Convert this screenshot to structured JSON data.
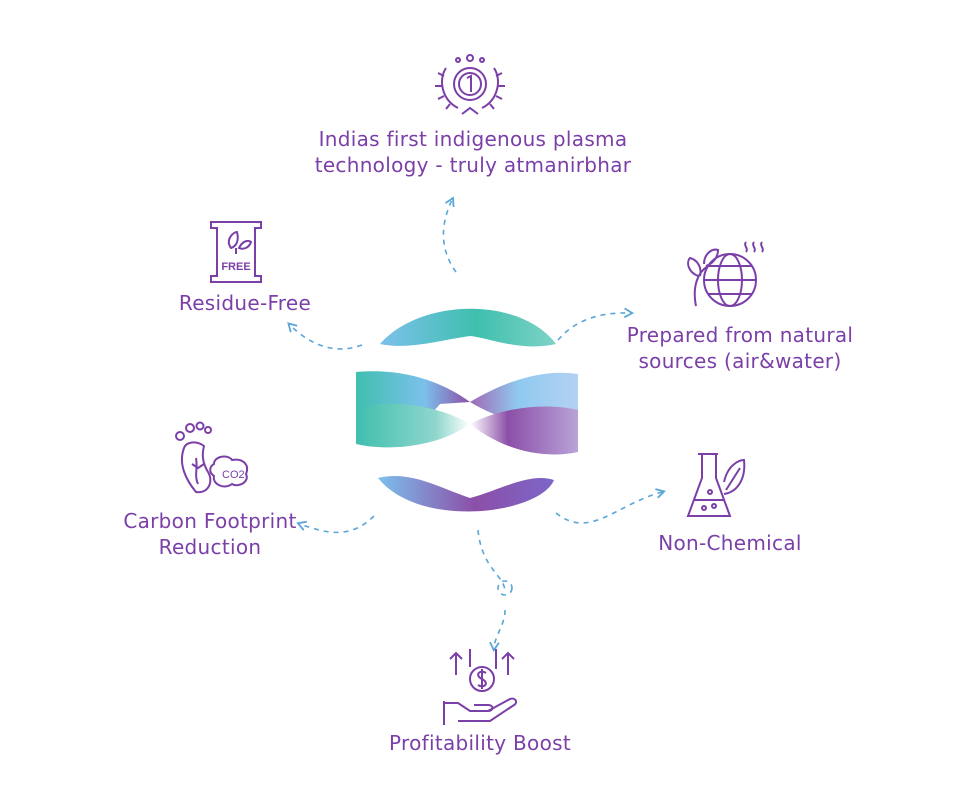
{
  "colors": {
    "label": "#7b3fa8",
    "icon": "#7b3fa8",
    "connector": "#5aa6d6",
    "teal": "#3fbfae",
    "blue": "#7cc0ec",
    "purple": "#8c4fa8",
    "lavender": "#b9a3d8"
  },
  "features": [
    {
      "id": "first",
      "icon": "award-medal-icon",
      "lines": [
        "Indias first indigenous plasma",
        "technology - truly atmanirbhar"
      ]
    },
    {
      "id": "natural",
      "icon": "globe-plant-icon",
      "lines": [
        "Prepared from natural",
        "sources (air&water)"
      ]
    },
    {
      "id": "nonchem",
      "icon": "flask-leaf-icon",
      "lines": [
        "Non-Chemical"
      ]
    },
    {
      "id": "profit",
      "icon": "hand-dollar-arrows-icon",
      "lines": [
        "Profitability Boost"
      ]
    },
    {
      "id": "carbon",
      "icon": "footprint-co2-icon",
      "lines": [
        "Carbon Footprint",
        "Reduction"
      ]
    },
    {
      "id": "residue",
      "icon": "free-bag-icon",
      "lines": [
        "Residue-Free"
      ],
      "badge": "FREE"
    }
  ]
}
